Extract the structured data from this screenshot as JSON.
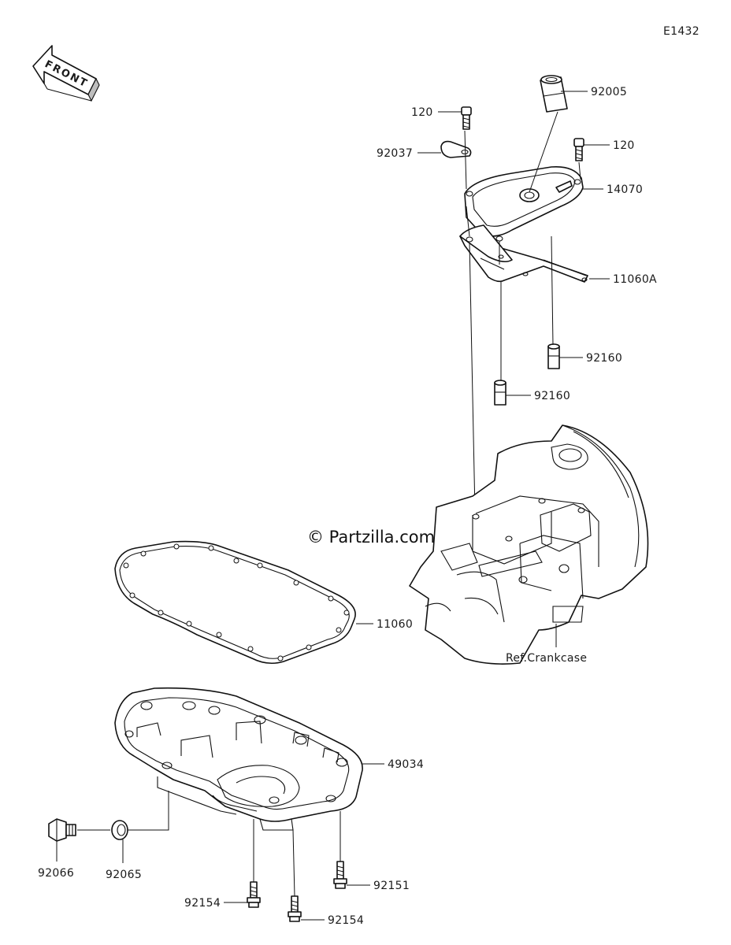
{
  "diagram_code": "E1432",
  "front_arrow_text": "FRONT",
  "watermark": "© Partzilla.com",
  "reference_label": "Ref.Crankcase",
  "callouts": [
    {
      "id": "c-92005",
      "text": "92005"
    },
    {
      "id": "c-120-a",
      "text": "120"
    },
    {
      "id": "c-120-b",
      "text": "120"
    },
    {
      "id": "c-92037",
      "text": "92037"
    },
    {
      "id": "c-14070",
      "text": "14070"
    },
    {
      "id": "c-11060A",
      "text": "11060A"
    },
    {
      "id": "c-92160-a",
      "text": "92160"
    },
    {
      "id": "c-92160-b",
      "text": "92160"
    },
    {
      "id": "c-11060",
      "text": "11060"
    },
    {
      "id": "c-49034",
      "text": "49034"
    },
    {
      "id": "c-92066",
      "text": "92066"
    },
    {
      "id": "c-92065",
      "text": "92065"
    },
    {
      "id": "c-92151",
      "text": "92151"
    },
    {
      "id": "c-92154-a",
      "text": "92154"
    },
    {
      "id": "c-92154-b",
      "text": "92154"
    }
  ]
}
